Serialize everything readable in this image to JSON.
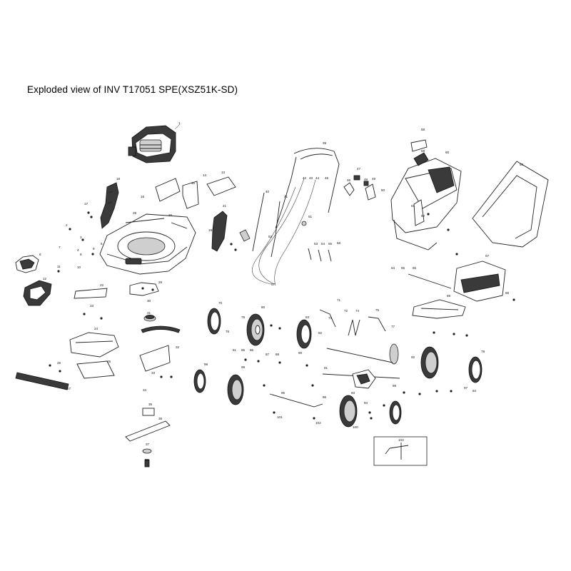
{
  "title": "Exploded view of INV T17051 SPE(XSZ51K-SD)",
  "callouts": [
    "1",
    "2",
    "3",
    "4",
    "5",
    "6",
    "7",
    "8",
    "9",
    "10",
    "11",
    "12",
    "13",
    "14",
    "15",
    "16",
    "17",
    "18",
    "19",
    "20",
    "21",
    "22",
    "23",
    "24",
    "25",
    "26",
    "27",
    "28",
    "29",
    "30",
    "31",
    "32",
    "33",
    "34",
    "35",
    "36",
    "37",
    "38",
    "39",
    "40",
    "41",
    "42",
    "43",
    "44",
    "45",
    "46",
    "47",
    "48",
    "49",
    "50",
    "51",
    "52",
    "53",
    "54",
    "55",
    "56",
    "57",
    "58",
    "59",
    "60",
    "61",
    "62",
    "63",
    "64",
    "65",
    "66",
    "67",
    "68",
    "69",
    "70",
    "71",
    "72",
    "73",
    "74",
    "75",
    "76",
    "77",
    "78",
    "79",
    "80",
    "81",
    "82",
    "83",
    "84",
    "85",
    "86",
    "87",
    "88",
    "89",
    "90",
    "91",
    "92",
    "93",
    "94",
    "95",
    "96",
    "97",
    "98",
    "99",
    "100",
    "101",
    "102",
    "103"
  ]
}
